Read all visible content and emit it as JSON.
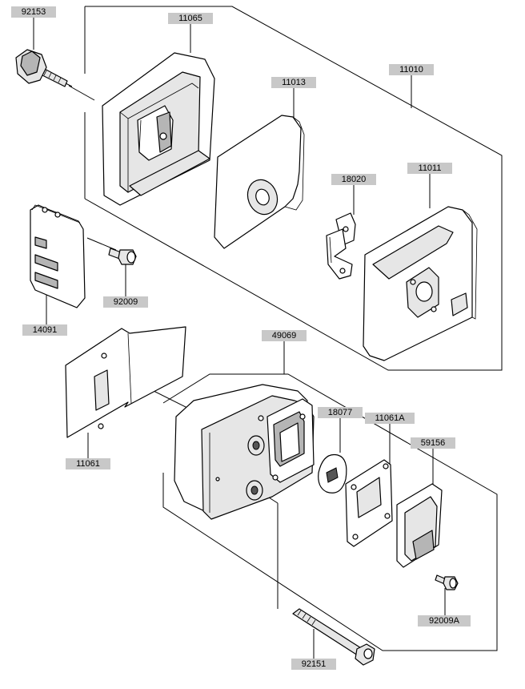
{
  "labels": {
    "l92153": "92153",
    "l11065": "11065",
    "l11013": "11013",
    "l11010": "11010",
    "l18020": "18020",
    "l11011": "11011",
    "l92009": "92009",
    "l14091": "14091",
    "l49069": "49069",
    "l18077": "18077",
    "l11061A": "11061A",
    "l59156": "59156",
    "l11061": "11061",
    "l92009A": "92009A",
    "l92151": "92151"
  },
  "colors": {
    "label_background": "#c8c8c8",
    "line": "#000000",
    "part_fill": "#ffffff",
    "shade_fill": "#b5b5b5"
  }
}
